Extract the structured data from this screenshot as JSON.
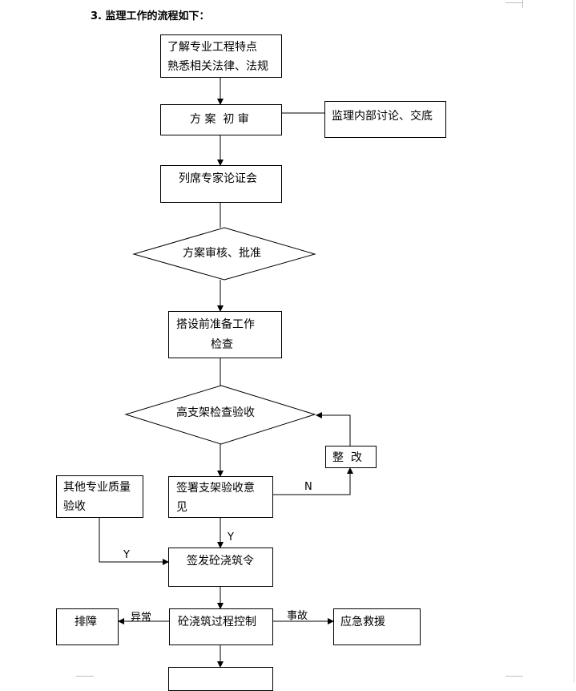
{
  "heading": "3. 监理工作的流程如下：",
  "nodes": {
    "understand_line1": "了解专业工程特点",
    "understand_line2": "熟悉相关法律、法规",
    "initial_review": "方 案  初 审",
    "internal_discussion": "监理内部讨论、交底",
    "expert_review": "列席专家论证会",
    "approval": "方案审核、批准",
    "prep_check_line1": "搭设前准备工作",
    "prep_check_line2": "检查",
    "formwork_inspection": "高支架检查验收",
    "rectify": "整  改",
    "sign_opinion_line1": "签署支架验收意",
    "sign_opinion_line2": "见",
    "other_quality_line1": "其他专业质量",
    "other_quality_line2": "验收",
    "pour_order": "签发砼浇筑令",
    "pour_control": "砼浇筑过程控制",
    "troubleshoot": "排障",
    "emergency": "应急救援"
  },
  "edge_labels": {
    "no": "N",
    "yes_down": "Y",
    "yes_left": "Y",
    "abnormal": "异常",
    "accident": "事故"
  }
}
